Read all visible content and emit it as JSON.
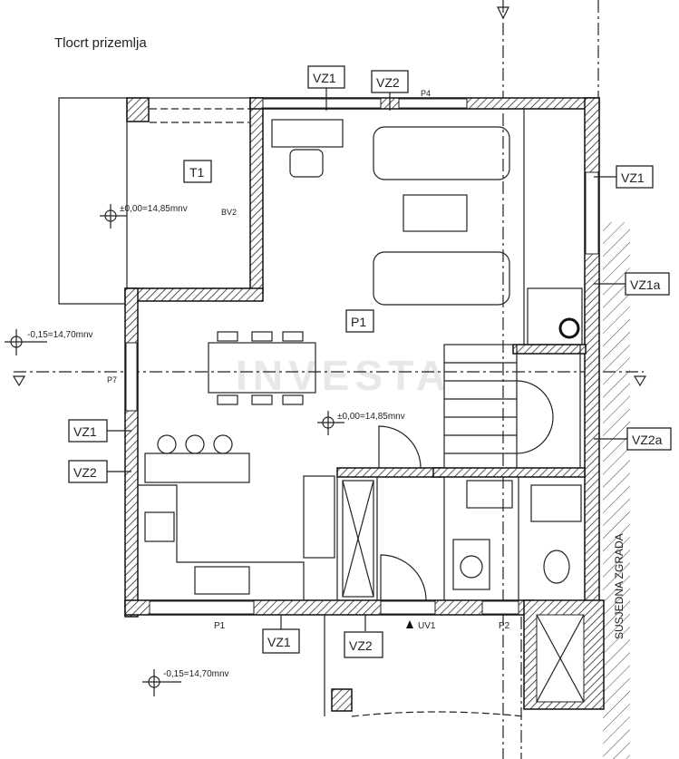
{
  "title": "Tlocrt prizemlja",
  "watermark": "INVESTA",
  "rooms": {
    "terrace": "T1",
    "living": "P1"
  },
  "levels": {
    "terrace": "±0,00=14,85mnv",
    "interior": "±0,00=14,85mnv",
    "outside_left": "-0,15=14,70mnv",
    "outside_bottom": "-0,15=14,70mnv"
  },
  "tags": {
    "top_vz1": "VZ1",
    "top_vz2": "VZ2",
    "right_vz1": "VZ1",
    "right_vz1a": "VZ1a",
    "right_vz2a": "VZ2a",
    "left_vz1": "VZ1",
    "left_vz2": "VZ2",
    "bottom_vz1": "VZ1",
    "bottom_vz2": "VZ2"
  },
  "openings": {
    "p4": "P4",
    "p7": "P7",
    "p1": "P1",
    "p2": "P2",
    "bv2": "BV2",
    "uv1": "UV1"
  },
  "neighbor": "SUSJEDNA ZGRADA"
}
